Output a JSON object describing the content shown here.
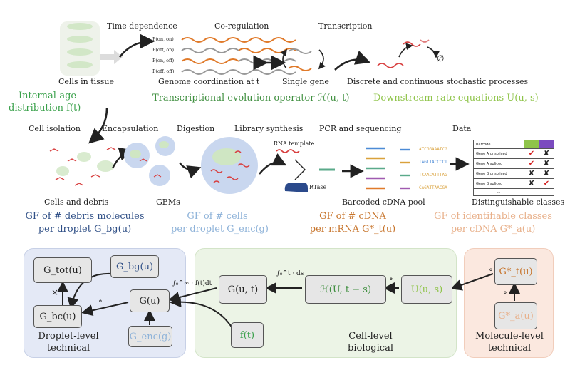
{
  "top": {
    "time_dependence": "Time dependence",
    "co_regulation": "Co-regulation",
    "transcription": "Transcription",
    "probabilities": [
      "P(on, on)",
      "P(off, on)",
      "P(on, off)",
      "P(off, off)"
    ],
    "genome_coordination": "Genome coordination at t",
    "single_gene": "Single gene",
    "discrete_continuous": "Discrete and continuous stochastic processes",
    "empty_set": "∅",
    "cells_in_tissue": "Cells in tissue",
    "internal_age_1": "Internal-age",
    "internal_age_2": "distribution f(t)",
    "operator_label": "Transcriptional evolution operator ℋ(u, t)",
    "rate_eq_label": "Downstream rate equations U(u, s)"
  },
  "middle": {
    "cell_isolation": "Cell isolation",
    "encapsulation": "Encapsulation",
    "digestion": "Digestion",
    "library_synthesis": "Library synthesis",
    "pcr_sequencing": "PCR and sequencing",
    "data": "Data",
    "rna_template": "RNA template",
    "rtase": "RTase",
    "cells_and_debris": "Cells and debris",
    "gems": "GEMs",
    "barcoded_pool": "Barcoded cDNA pool",
    "distinguishable": "Distinguishable classes",
    "gf_debris_1": "GF of # debris molecules",
    "gf_debris_2": "per droplet G_bg(u)",
    "gf_cells_1": "GF of # cells",
    "gf_cells_2": "per droplet G_enc(g)",
    "gf_cdna_1": "GF of # cDNA",
    "gf_cdna_2": "per mRNA G*_t(u)",
    "gf_ident_1": "GF of identifiable classes",
    "gf_ident_2": "per cDNA G*_a(u)",
    "sequences": [
      "ATCGGAAATCG",
      "TAGTTACCCCT",
      "TCAACATTTAG",
      "CAGATTAACGA"
    ],
    "table_header": "Barcode",
    "table_rows": [
      "Gene A unspliced",
      "Gene A spliced",
      "Gene B unspliced",
      "Gene B spliced",
      "…"
    ],
    "table_marks": [
      [
        "✔",
        "✘"
      ],
      [
        "✔",
        "✘"
      ],
      [
        "✘",
        "✘"
      ],
      [
        "✘",
        "✔"
      ],
      [
        "–",
        "–"
      ]
    ]
  },
  "bottom": {
    "g_tot": "G_tot(u)",
    "g_bg": "G_bg(u)",
    "g_u": "G(u)",
    "g_bc": "G_bc(u)",
    "g_enc": "G_enc(g)",
    "g_ut": "G(u, t)",
    "h_op": "ℋ(U, t − s)",
    "u_us": "U(u, s)",
    "f_t": "f(t)",
    "g_star_t": "G*_t(u)",
    "g_star_a": "G*_a(u)",
    "times": "×",
    "comp": "∘",
    "integral_f": "∫₀^∞ · f(t)dt",
    "integral_s": "∫₀^t · ds",
    "droplet_1": "Droplet-level",
    "droplet_2": "technical",
    "cell_1": "Cell-level",
    "cell_2": "biological",
    "molecule_1": "Molecule-level",
    "molecule_2": "technical"
  },
  "colors": {
    "blue_panel": "#e4e9f6",
    "green_panel": "#ecf4e6",
    "orange_panel": "#fbe8df",
    "node_fill": "#e6e6e6",
    "green_text": "#3aa14b",
    "navy_text": "#2f4f86",
    "orange_text": "#c7742b",
    "check_red": "#d22222",
    "header_green": "#8fc44a",
    "header_purple": "#7b4bbf"
  }
}
